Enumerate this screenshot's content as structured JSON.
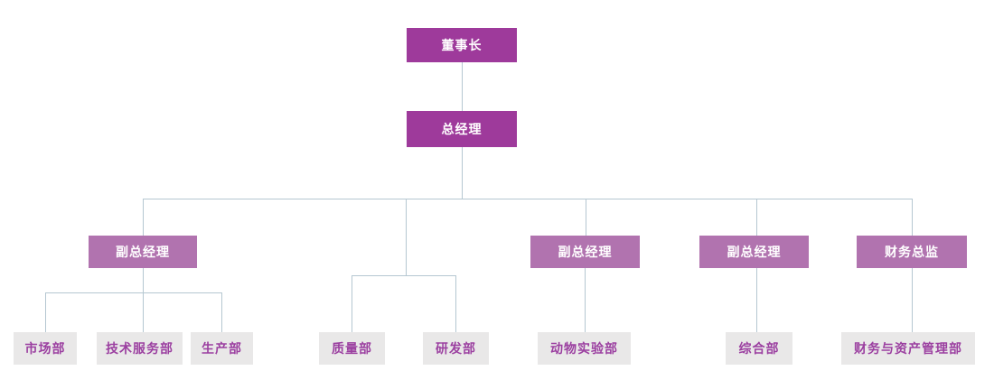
{
  "diagram": {
    "type": "org-chart",
    "nodes": {
      "chairman": {
        "label": "董事长",
        "level": 1
      },
      "general_manager": {
        "label": "总经理",
        "level": 2
      },
      "deputy_gm_1": {
        "label": "副总经理",
        "level": 3
      },
      "deputy_gm_2": {
        "label": "副总经理",
        "level": 3
      },
      "deputy_gm_3": {
        "label": "副总经理",
        "level": 3
      },
      "finance_director": {
        "label": "财务总监",
        "level": 3
      },
      "marketing_dept": {
        "label": "市场部",
        "level": 4
      },
      "tech_service_dept": {
        "label": "技术服务部",
        "level": 4
      },
      "production_dept": {
        "label": "生产部",
        "level": 4
      },
      "quality_dept": {
        "label": "质量部",
        "level": 4
      },
      "rd_dept": {
        "label": "研发部",
        "level": 4
      },
      "animal_lab_dept": {
        "label": "动物实验部",
        "level": 4
      },
      "general_affairs_dept": {
        "label": "综合部",
        "level": 4
      },
      "finance_asset_dept": {
        "label": "财务与资产管理部",
        "level": 4
      }
    },
    "edges": [
      {
        "from": "chairman",
        "to": "general_manager"
      },
      {
        "from": "general_manager",
        "to": "deputy_gm_1"
      },
      {
        "from": "general_manager",
        "to": "quality_dept"
      },
      {
        "from": "general_manager",
        "to": "rd_dept"
      },
      {
        "from": "general_manager",
        "to": "deputy_gm_2"
      },
      {
        "from": "general_manager",
        "to": "deputy_gm_3"
      },
      {
        "from": "general_manager",
        "to": "finance_director"
      },
      {
        "from": "deputy_gm_1",
        "to": "marketing_dept"
      },
      {
        "from": "deputy_gm_1",
        "to": "tech_service_dept"
      },
      {
        "from": "deputy_gm_1",
        "to": "production_dept"
      },
      {
        "from": "deputy_gm_2",
        "to": "animal_lab_dept"
      },
      {
        "from": "deputy_gm_3",
        "to": "general_affairs_dept"
      },
      {
        "from": "finance_director",
        "to": "finance_asset_dept"
      }
    ]
  },
  "colors": {
    "executive_fill": "#9e3a9b",
    "manager_fill": "#b173af",
    "dept_fill": "#e9e8e8",
    "dept_text": "#9b3fa0",
    "node_text": "#ffffff",
    "connector": "#b5c7d1",
    "background": "#ffffff"
  }
}
